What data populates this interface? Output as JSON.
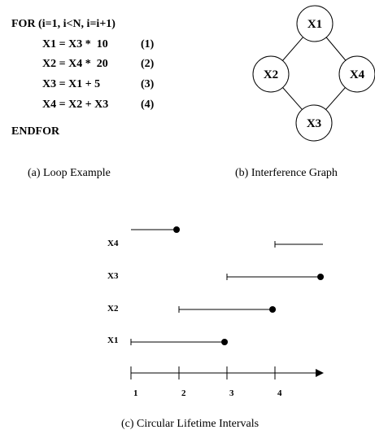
{
  "code": {
    "header": "FOR (i=1, i<N, i=i+1)",
    "statements": [
      {
        "text": "X1 = X3 *  10",
        "num": "(1)"
      },
      {
        "text": "X2 = X4 *  20",
        "num": "(2)"
      },
      {
        "text": "X3 = X1 + 5",
        "num": "(3)"
      },
      {
        "text": "X4 = X2 + X3",
        "num": "(4)"
      }
    ],
    "footer": "ENDFOR"
  },
  "captions": {
    "a": "(a) Loop Example",
    "b": "(b) Interference Graph",
    "c": "(c) Circular Lifetime Intervals"
  },
  "graph": {
    "nodes": [
      {
        "id": "X1",
        "label": "X1"
      },
      {
        "id": "X2",
        "label": "X2"
      },
      {
        "id": "X4",
        "label": "X4"
      },
      {
        "id": "X3",
        "label": "X3"
      }
    ],
    "edges": [
      [
        "X1",
        "X2"
      ],
      [
        "X1",
        "X4"
      ],
      [
        "X2",
        "X3"
      ],
      [
        "X4",
        "X3"
      ]
    ]
  },
  "timeline": {
    "ticks": [
      "1",
      "2",
      "3",
      "4"
    ],
    "rows": [
      {
        "label": "X4",
        "segments": [
          {
            "start": 4,
            "end": 5,
            "start_mark": "tick",
            "end_mark": "none"
          },
          {
            "start": 1,
            "end": 1.95,
            "start_mark": "none",
            "end_mark": "dot"
          }
        ]
      },
      {
        "label": "X3",
        "segments": [
          {
            "start": 3,
            "end": 4.95,
            "start_mark": "tick",
            "end_mark": "dot"
          }
        ]
      },
      {
        "label": "X2",
        "segments": [
          {
            "start": 2,
            "end": 3.95,
            "start_mark": "tick",
            "end_mark": "dot"
          }
        ]
      },
      {
        "label": "X1",
        "segments": [
          {
            "start": 1,
            "end": 2.95,
            "start_mark": "tick",
            "end_mark": "dot"
          }
        ]
      }
    ]
  }
}
